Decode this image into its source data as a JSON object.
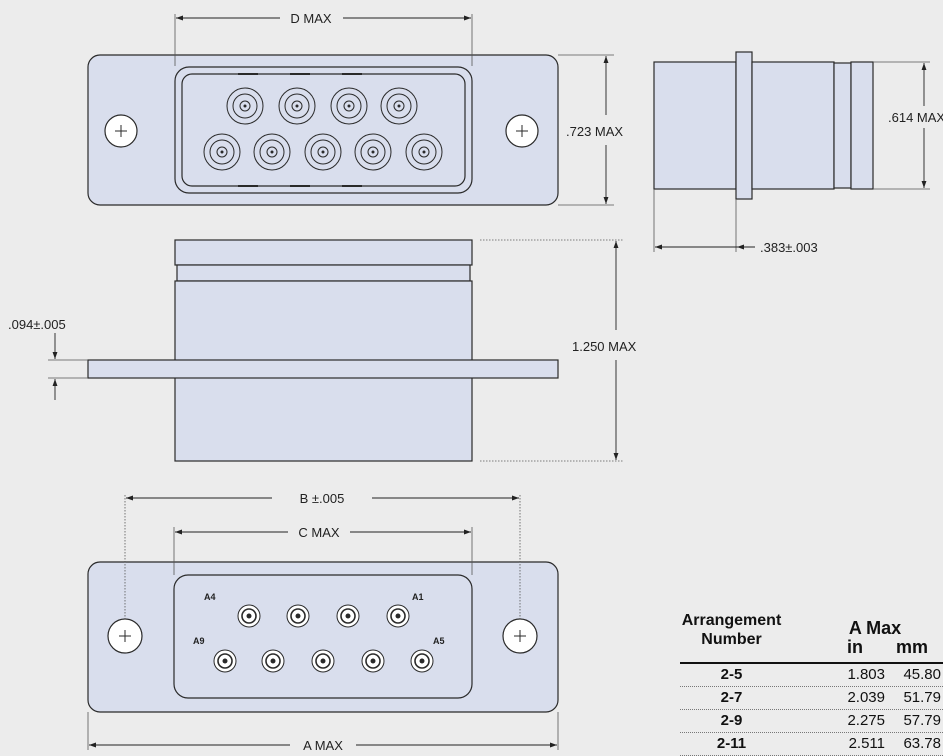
{
  "dimensions": {
    "d_max": "D MAX",
    "h723": ".723 MAX",
    "h614": ".614 MAX",
    "w383": ".383±.003",
    "t094": ".094±.005",
    "h1250": "1.250 MAX",
    "b005": "B ±.005",
    "c_max": "C MAX",
    "a_max": "A MAX"
  },
  "pins": {
    "a1": "A1",
    "a4": "A4",
    "a5": "A5",
    "a9": "A9"
  },
  "table": {
    "header_arrangement_line1": "Arrangement",
    "header_arrangement_line2": "Number",
    "header_amax": "A Max",
    "header_in": "in",
    "header_mm": "mm",
    "rows": [
      {
        "arr": "2-5",
        "in": "1.803",
        "mm": "45.80"
      },
      {
        "arr": "2-7",
        "in": "2.039",
        "mm": "51.79"
      },
      {
        "arr": "2-9",
        "in": "2.275",
        "mm": "57.79"
      },
      {
        "arr": "2-11",
        "in": "2.511",
        "mm": "63.78"
      }
    ]
  },
  "colors": {
    "body": "#d9deed",
    "outline": "#2a2a2a",
    "background": "#ececec"
  }
}
